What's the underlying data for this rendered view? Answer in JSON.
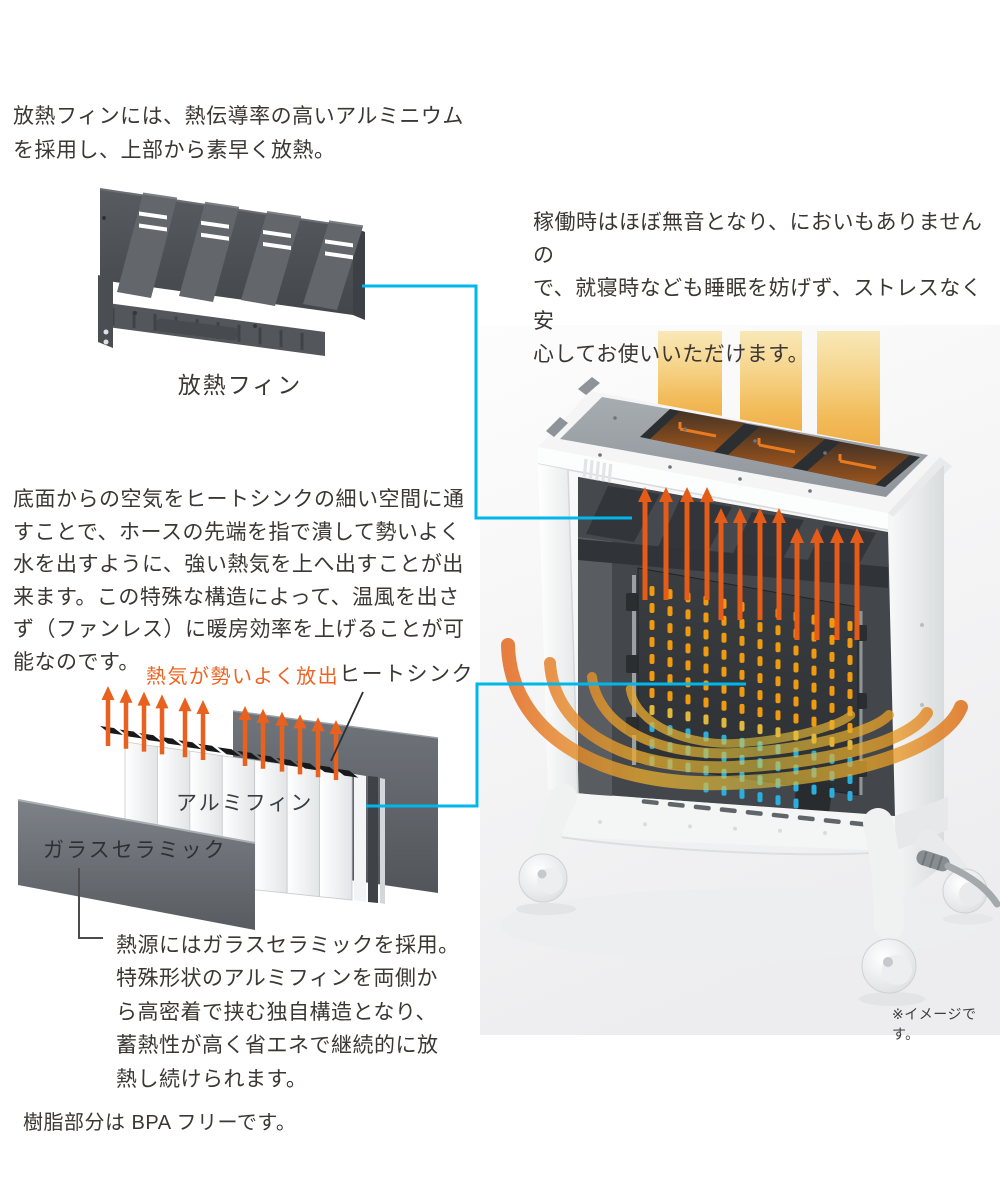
{
  "colors": {
    "text": "#3b3735",
    "accent_orange": "#ee6322",
    "accent_cyan": "#00b7eb"
  },
  "intro": {
    "text": "放熱フィンには、熱伝導率の高いアルミニウム\nを採用し、上部から素早く放熱。"
  },
  "fin_photo": {
    "caption": "放熱フィン"
  },
  "silent_note": {
    "text": "稼働時はほぼ無音となり、においもありませんの\nで、就寝時なども睡眠を妨げず、ストレスなく安\n心してお使いいただけます。"
  },
  "airflow_note": {
    "text": "底面からの空気をヒートシンクの細い空間に通\nすことで、ホースの先端を指で潰して勢いよく\n水を出すように、強い熱気を上へ出すことが出\n来ます。この特殊な構造によって、温風を出さ\nず（ファンレス）に暖房効率を上げることが可\n能なのです。"
  },
  "exploded_diagram": {
    "hot_air_label": "熱気が勢いよく放出",
    "heatsink_label": "ヒートシンク",
    "alumi_fin_label": "アルミフィン",
    "glass_ceramic_label": "ガラスセラミック"
  },
  "heat_source_note": {
    "text": "熱源にはガラスセラミックを採用。\n特殊形状のアルミフィンを両側か\nら高密着で挟む独自構造となり、\n蓄熱性が高く省エネで継続的に放\n熱し続けられます。"
  },
  "bpa_note": {
    "text": "樹脂部分は BPA フリーです。"
  },
  "heater_image": {
    "disclaimer": "※イメージです。"
  }
}
